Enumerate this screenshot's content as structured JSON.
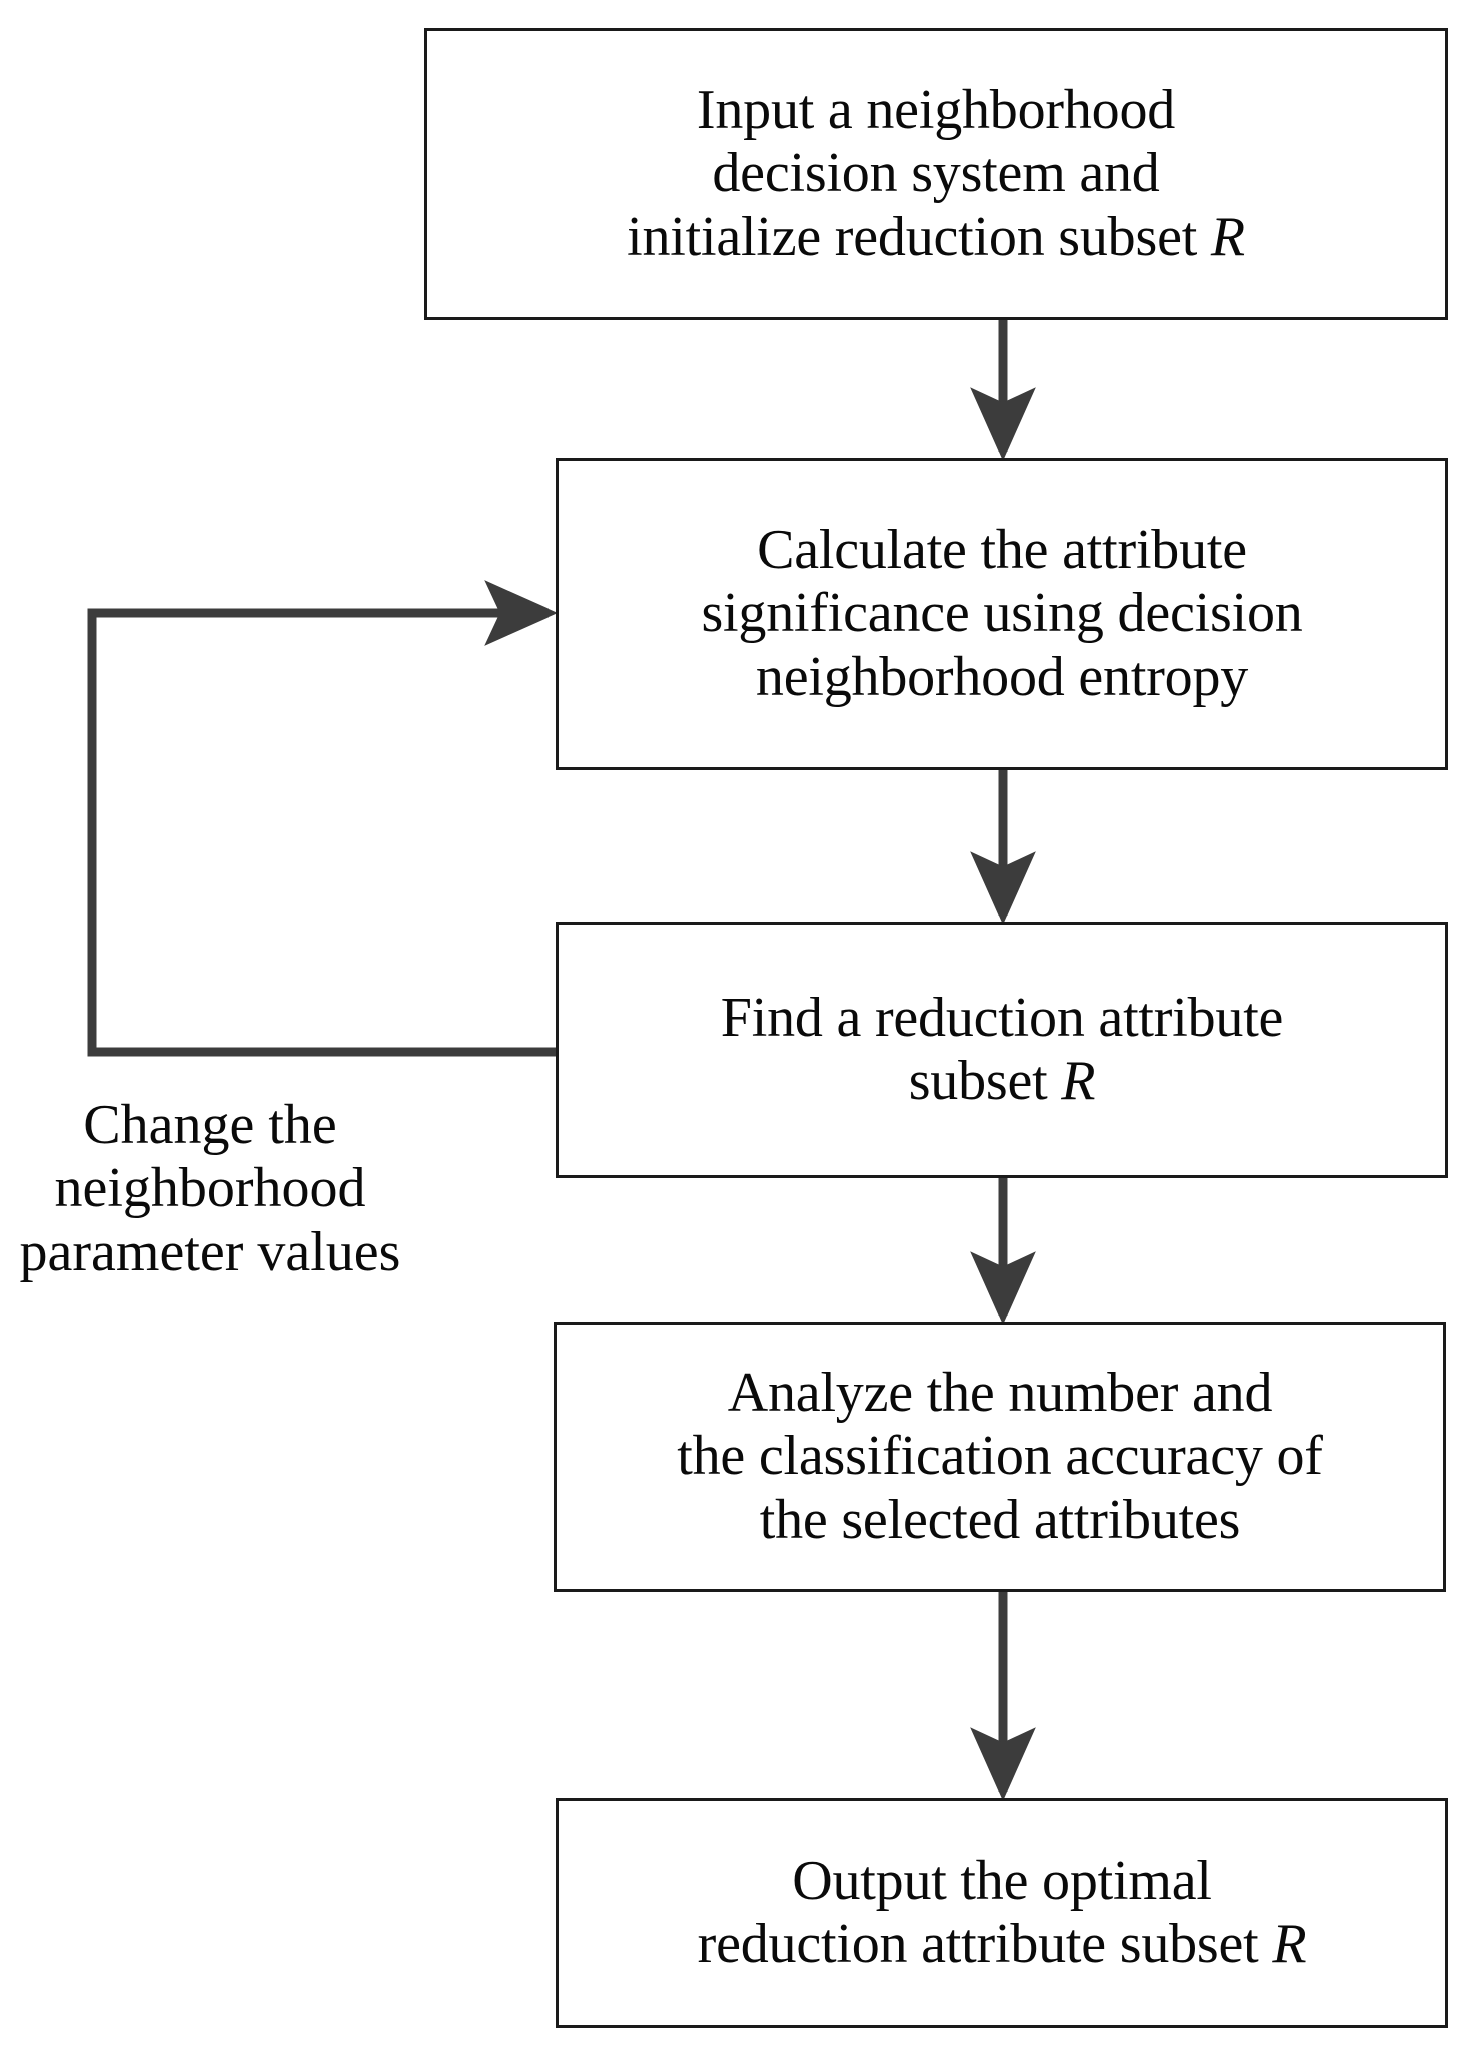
{
  "diagram": {
    "title_present": false,
    "colors": {
      "box_border": "#1a1a1a",
      "connector": "#3c3c3c",
      "text": "#0a0a0a",
      "background": "#ffffff"
    },
    "nodes": [
      {
        "id": "input",
        "text": "Input a neighborhood decision system and initialize reduction subset R",
        "line1": "Input a neighborhood",
        "line2": "decision system and",
        "line3": "initialize reduction subset ",
        "italic_symbol": "R"
      },
      {
        "id": "calculate",
        "text": "Calculate the attribute significance using decision neighborhood entropy",
        "line1": "Calculate the attribute",
        "line2": "significance using decision",
        "line3": "neighborhood entropy"
      },
      {
        "id": "find",
        "text": "Find a reduction attribute subset R",
        "line1": "Find a reduction attribute",
        "line2": "subset ",
        "italic_symbol": "R"
      },
      {
        "id": "analyze",
        "text": "Analyze  the number  and the classification accuracy of the selected attributes",
        "line1": "Analyze  the number  and",
        "line2": "the classification accuracy of",
        "line3": "the selected attributes"
      },
      {
        "id": "output",
        "text": "Output the optimal reduction attribute subset R",
        "line1": "Output the optimal",
        "line2": "reduction attribute subset ",
        "italic_symbol": "R"
      }
    ],
    "side_label": {
      "id": "change-params",
      "text": "Change the neighborhood parameter values",
      "line1": "Change the",
      "line2": "neighborhood",
      "line3": "parameter values"
    },
    "edges": [
      {
        "id": "input-to-calculate",
        "from": "input",
        "to": "calculate",
        "label": ""
      },
      {
        "id": "calculate-to-find",
        "from": "calculate",
        "to": "find",
        "label": ""
      },
      {
        "id": "find-to-analyze",
        "from": "find",
        "to": "analyze",
        "label": ""
      },
      {
        "id": "analyze-to-output",
        "from": "analyze",
        "to": "output",
        "label": ""
      },
      {
        "id": "find-back-to-calculate",
        "from": "find",
        "to": "calculate",
        "label": "Change the neighborhood parameter values"
      }
    ]
  }
}
